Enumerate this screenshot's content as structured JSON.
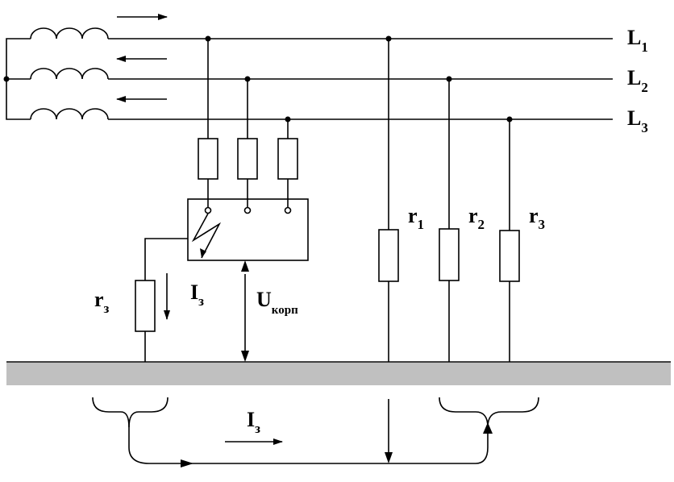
{
  "diagram": {
    "phases": [
      {
        "name": "L",
        "sub": "1"
      },
      {
        "name": "L",
        "sub": "2"
      },
      {
        "name": "L",
        "sub": "3"
      }
    ],
    "phase_resistances": [
      {
        "name": "r",
        "sub": "1"
      },
      {
        "name": "r",
        "sub": "2"
      },
      {
        "name": "r",
        "sub": "3"
      }
    ],
    "ground_resistance": {
      "name": "r",
      "sub": "з"
    },
    "fault_current": {
      "name": "I",
      "sub": "з"
    },
    "ground_current": {
      "name": "I",
      "sub": "з"
    },
    "housing_voltage": {
      "name": "U",
      "sub": "корп"
    }
  }
}
